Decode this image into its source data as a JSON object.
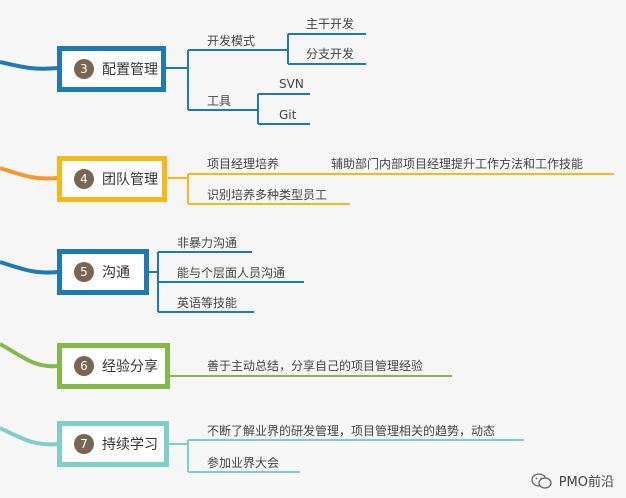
{
  "colors": {
    "blue": "#1f79b5",
    "orange": "#f39a2f",
    "yellow": "#f6b81b",
    "green": "#84b84a",
    "teal": "#7dcfc7",
    "badge": "#7a6552"
  },
  "nodes": [
    {
      "num": "3",
      "label": "配置管理",
      "leaves": [
        "开发模式",
        "工具"
      ],
      "subleaves": [
        [
          "主干开发",
          "分支开发"
        ],
        [
          "SVN",
          "Git"
        ]
      ]
    },
    {
      "num": "4",
      "label": "团队管理",
      "leaves": [
        "项目经理培养",
        "识别培养多种类型员工"
      ],
      "subleaves": [
        [
          "辅助部门内部项目经理提升工作方法和工作技能"
        ],
        []
      ]
    },
    {
      "num": "5",
      "label": "沟通",
      "leaves": [
        "非暴力沟通",
        "能与个层面人员沟通",
        "英语等技能"
      ]
    },
    {
      "num": "6",
      "label": "经验分享",
      "leaves": [
        "善于主动总结，分享自己的项目管理经验"
      ]
    },
    {
      "num": "7",
      "label": "持续学习",
      "leaves": [
        "不断了解业界的研发管理，项目管理相关的趋势，动态",
        "参加业界大会"
      ]
    }
  ],
  "watermark": {
    "text": "PMO前沿",
    "icon": "wechat-icon"
  }
}
